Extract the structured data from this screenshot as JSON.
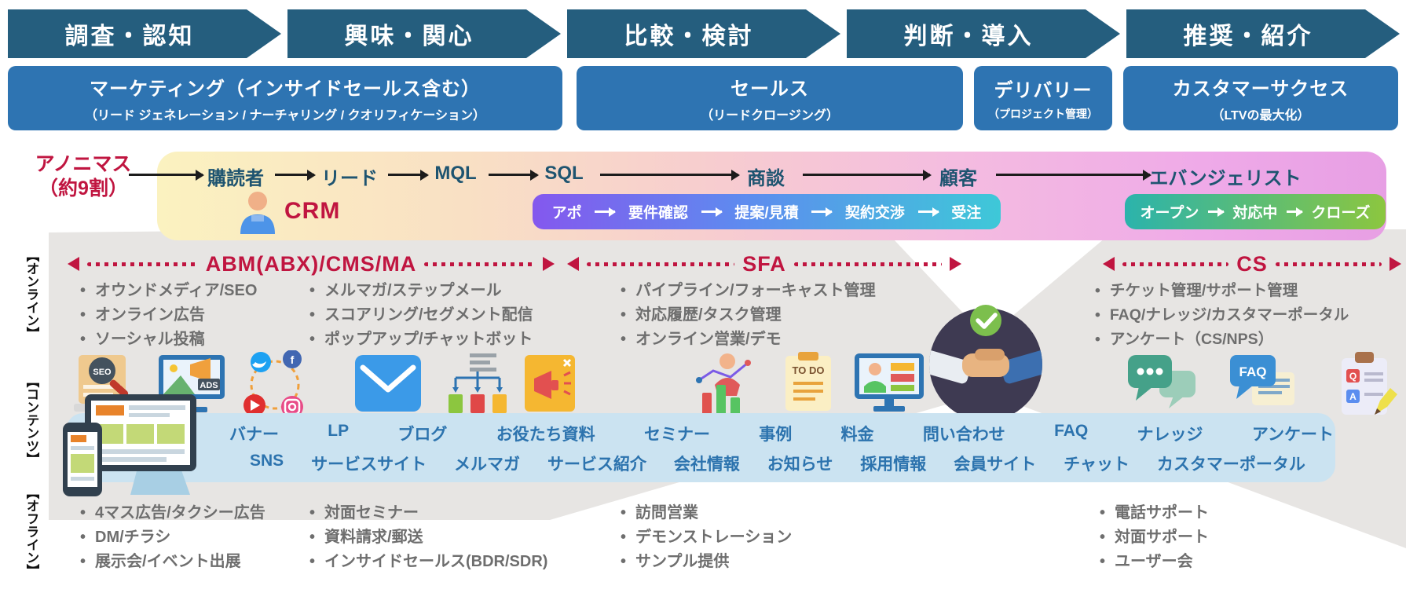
{
  "stages": [
    "調査・認知",
    "興味・関心",
    "比較・検討",
    "判断・導入",
    "推奨・紹介"
  ],
  "departments": [
    {
      "title": "マーケティング（インサイドセールス含む）",
      "subtitle": "（リード ジェネレーション / ナーチャリング / クオリフィケーション）"
    },
    {
      "title": "セールス",
      "subtitle": "（リードクロージング）"
    },
    {
      "title": "デリバリー",
      "subtitle": "（プロジェクト管理）"
    },
    {
      "title": "カスタマーサクセス",
      "subtitle": "（LTVの最大化）"
    }
  ],
  "funnel": {
    "anonymous_label": "アノニマス",
    "anonymous_sub": "（約9割）",
    "crm_label": "CRM",
    "stages": [
      "購読者",
      "リード",
      "MQL",
      "SQL",
      "商談",
      "顧客",
      "エバンジェリスト"
    ],
    "sales_steps": [
      "アポ",
      "要件確認",
      "提案/見積",
      "契約交渉",
      "受注"
    ],
    "cs_steps": [
      "オープン",
      "対応中",
      "クローズ"
    ]
  },
  "tool_sections": {
    "abm": {
      "title": "ABM(ABX)/CMS/MA",
      "col1": [
        "オウンドメディア/SEO",
        "オンライン広告",
        "ソーシャル投稿"
      ],
      "col2": [
        "メルマガ/ステップメール",
        "スコアリング/セグメント配信",
        "ポップアップ/チャットボット"
      ]
    },
    "sfa": {
      "title": "SFA",
      "items": [
        "パイプライン/フォーキャスト管理",
        "対応履歴/タスク管理",
        "オンライン営業/デモ"
      ]
    },
    "cs": {
      "title": "CS",
      "items": [
        "チケット管理/サポート管理",
        "FAQ/ナレッジ/カスタマーポータル",
        "アンケート（CS/NPS）"
      ]
    }
  },
  "side_labels": [
    "【オンライン】",
    "【コンテンツ】",
    "【オフライン】"
  ],
  "contents_band": {
    "row1": [
      "バナー",
      "LP",
      "ブログ",
      "お役たち資料",
      "セミナー",
      "事例",
      "料金",
      "問い合わせ",
      "FAQ",
      "ナレッジ",
      "アンケート"
    ],
    "row2": [
      "SNS",
      "サービスサイト",
      "メルマガ",
      "サービス紹介",
      "会社情報",
      "お知らせ",
      "採用情報",
      "会員サイト",
      "チャット",
      "カスタマーポータル"
    ]
  },
  "offline": {
    "col1": [
      "4マス広告/タクシー広告",
      "DM/チラシ",
      "展示会/イベント出展"
    ],
    "col2": [
      "対面セミナー",
      "資料請求/郵送",
      "インサイドセールス(BDR/SDR)"
    ],
    "col3": [
      "訪問営業",
      "デモンストレーション",
      "サンプル提供"
    ],
    "col4": [
      "電話サポート",
      "対面サポート",
      "ユーザー会"
    ]
  },
  "icons": {
    "seo": "SEO",
    "ads": "ADS",
    "todo": "TO DO",
    "faq": "FAQ",
    "q": "Q",
    "a": "A",
    "fb": "f"
  },
  "colors": {
    "stage_navy": "#255E7E",
    "dept_blue": "#2E74B2",
    "accent_red": "#C01540",
    "funnel_text": "#1E5470",
    "band_gradient": [
      "#FBF2C0",
      "#F9E0C4",
      "#F7CDCF",
      "#F4BCE0",
      "#E79FE4"
    ],
    "sales_box_gradient": [
      "#8458EE",
      "#5E8BEF",
      "#3EC8D8"
    ],
    "cs_box_gradient": [
      "#2BB3AC",
      "#8CC63F"
    ],
    "contents_band_blue": "#CBE3F1",
    "content_text_blue": "#2C73AE",
    "wedge_gray": "#E7E5E3",
    "bullet_gray": "#6E6E6E"
  }
}
